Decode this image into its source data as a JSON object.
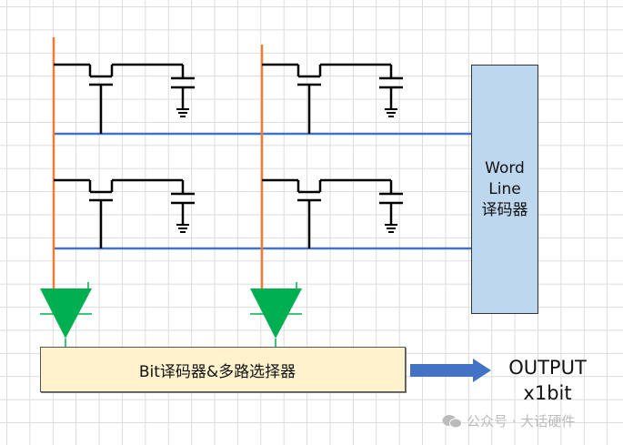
{
  "diagram": {
    "title": "DRAM cell array with decoders",
    "cells": [
      {
        "row": 1,
        "col": 1,
        "type": "1T1C-cell"
      },
      {
        "row": 1,
        "col": 2,
        "type": "1T1C-cell"
      },
      {
        "row": 2,
        "col": 1,
        "type": "1T1C-cell"
      },
      {
        "row": 2,
        "col": 2,
        "type": "1T1C-cell"
      }
    ],
    "bitlines": 2,
    "wordlines": 2,
    "colors": {
      "bitline": "#ed7d31",
      "wordline": "#4472c4",
      "sense_amp": "#00b050",
      "wordline_decoder_fill": "#bdd7ee",
      "bit_decoder_fill": "#fff2cc",
      "output_arrow": "#4472c4",
      "wire": "#000000"
    }
  },
  "wordline_decoder": {
    "line1": "Word",
    "line2": "Line",
    "line3": "译码器"
  },
  "bit_decoder": {
    "label": "Bit译码器&多路选择器"
  },
  "output": {
    "line1": "OUTPUT",
    "line2": "x1bit"
  },
  "watermark": {
    "text": "公众号 · 大话硬件",
    "icon": "wechat-icon"
  }
}
